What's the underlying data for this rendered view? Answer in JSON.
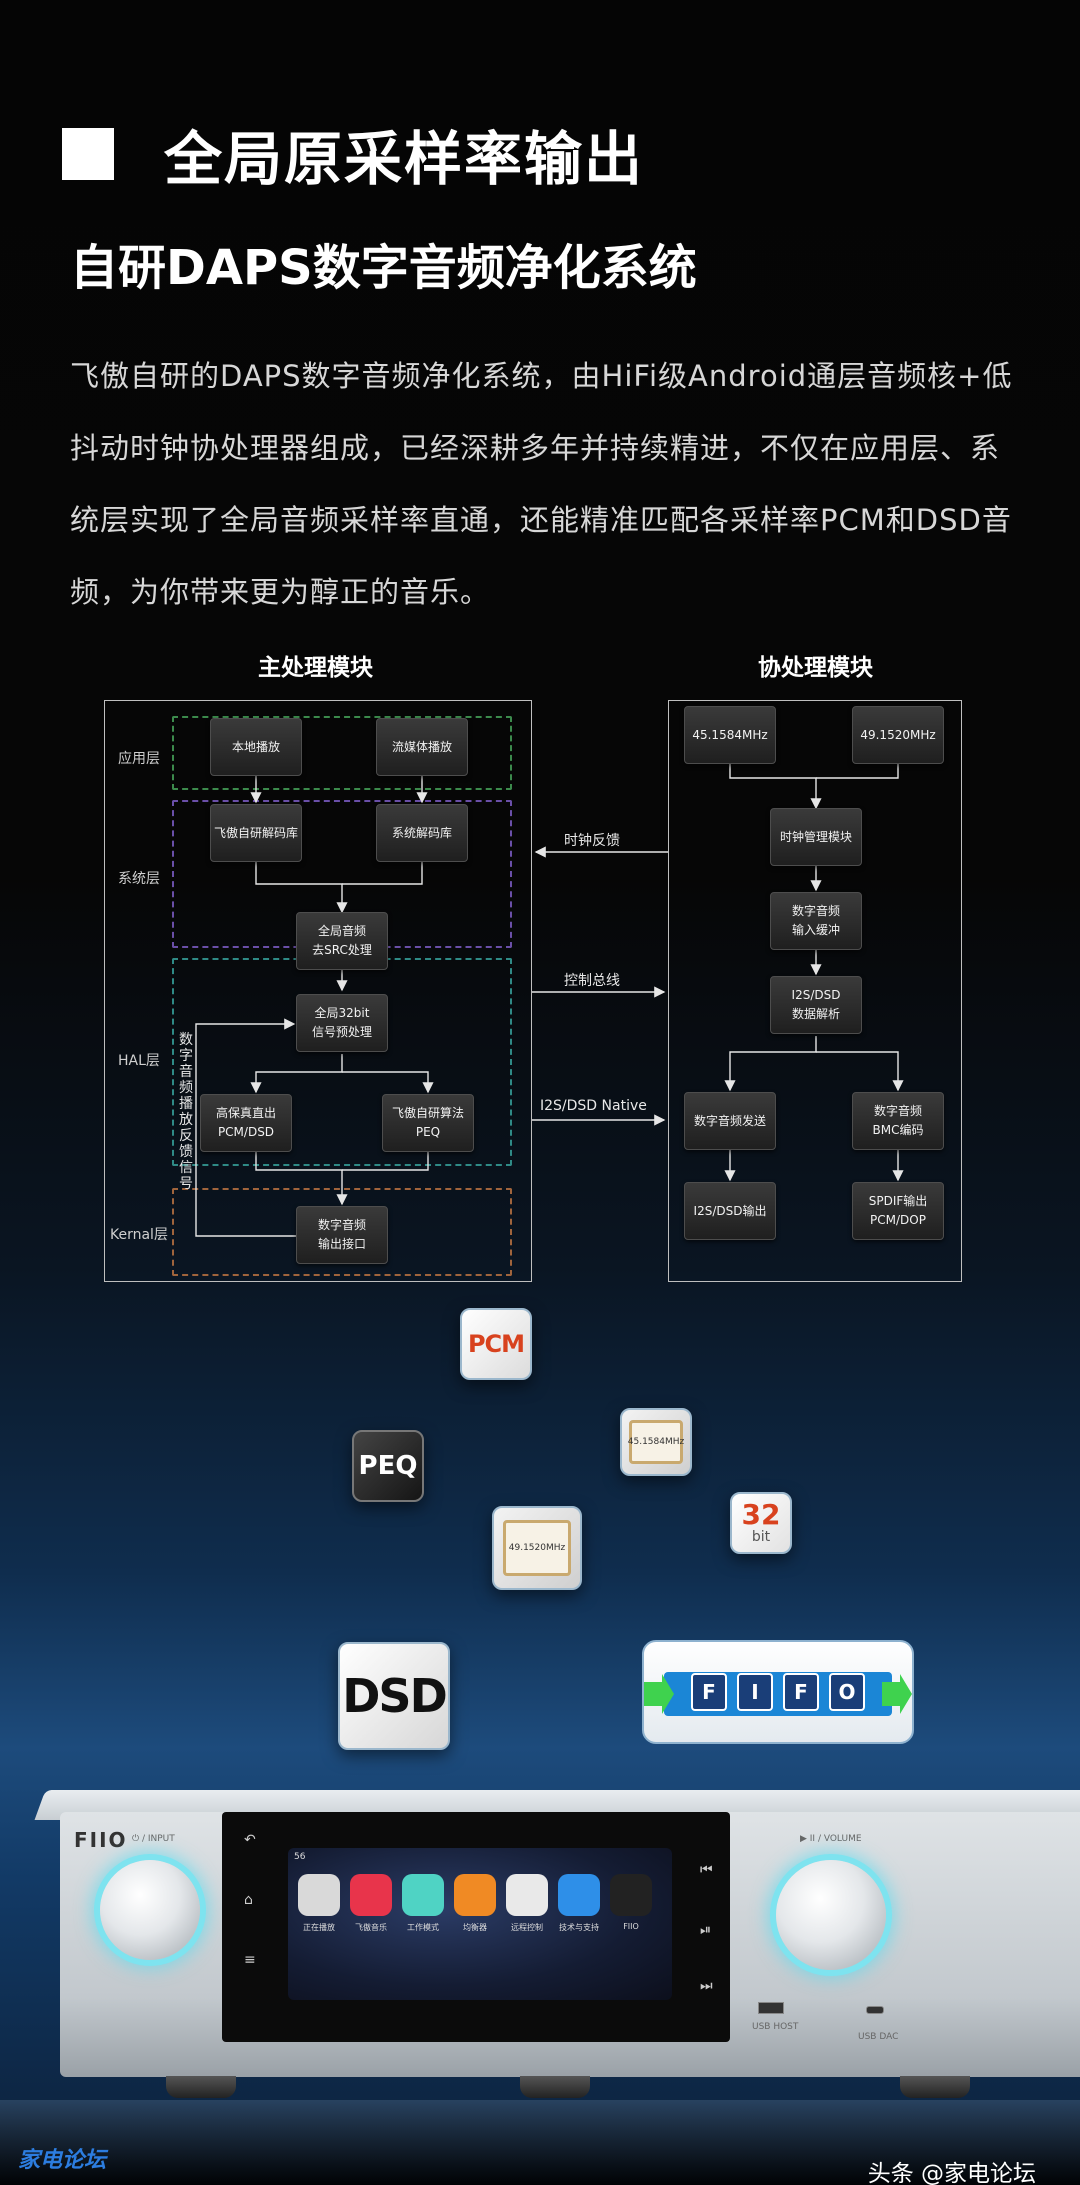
{
  "header": {
    "title": "全局原采样率输出",
    "subtitle": "自研DAPS数字音频净化系统",
    "intro_lines": [
      "飞傲自研的DAPS数字音频净化系统，由HiFi级Android通层音频核+低",
      "抖动时钟协处理器组成，已经深耕多年并持续精进，不仅在应用层、系",
      "统层实现了全局音频采样率直通，还能精准匹配各采样率PCM和DSD音",
      "频，为你带来更为醇正的音乐。"
    ]
  },
  "diagram": {
    "main_title": "主处理模块",
    "co_title": "协处理模块",
    "layers": {
      "app": "应用层",
      "system": "系统层",
      "hal": "HAL层",
      "kernel": "Kernal层"
    },
    "layer_colors": {
      "app": "#3c8a4c",
      "system": "#6a4fa8",
      "hal": "#2f8a86",
      "kernel": "#a0643c"
    },
    "main_nodes": {
      "local_play": "本地播放",
      "stream_play": "流媒体播放",
      "fiio_decoder": "飞傲自研解码库",
      "sys_decoder": "系统解码库",
      "src": "全局音频\n去SRC处理",
      "pre32": "全局32bit\n信号预处理",
      "direct": "高保真直出\nPCM/DSD",
      "peq": "飞傲自研算法\nPEQ",
      "out_iface": "数字音频\n输出接口"
    },
    "feedback_label": "数字音频播放反馈信号",
    "co_nodes": {
      "clk1": "45.1584MHz",
      "clk2": "49.1520MHz",
      "clk_mgmt": "时钟管理模块",
      "input_buf": "数字音频\n输入缓冲",
      "parse": "I2S/DSD\n数据解析",
      "send": "数字音频发送",
      "bmc": "数字音频\nBMC编码",
      "i2s_out": "I2S/DSD输出",
      "spdif_out": "SPDIF输出\nPCM/DOP"
    },
    "links": {
      "clock_feedback": "时钟反馈",
      "control_bus": "控制总线",
      "i2s_native": "I2S/DSD Native"
    }
  },
  "chips": {
    "pcm": "PCM",
    "peq": "PEQ",
    "osc1": "45.1584MHz",
    "osc2": "49.1520MHz",
    "bits_num": "32",
    "bits_unit": "bit",
    "dsd": "DSD",
    "fifo": [
      "F",
      "I",
      "F",
      "O"
    ]
  },
  "device": {
    "brand": "FIIO",
    "input_label": "⏻ / INPUT",
    "volume_label": "▶ II / VOLUME",
    "usb_host": "USB HOST",
    "usb_dac": "USB DAC",
    "status_bar": "56",
    "apps": [
      {
        "label": "正在播放",
        "color": "#d9d9d9"
      },
      {
        "label": "飞傲音乐",
        "color": "#e8344b"
      },
      {
        "label": "工作模式",
        "color": "#4fd3c4"
      },
      {
        "label": "均衡器",
        "color": "#f08a24"
      },
      {
        "label": "远程控制",
        "color": "#e9e9e9"
      },
      {
        "label": "技术与支持",
        "color": "#2e8fe8"
      },
      {
        "label": "FIIO",
        "color": "#222222"
      }
    ]
  },
  "watermarks": {
    "left": "家电论坛",
    "right": "头条 @家电论坛"
  }
}
